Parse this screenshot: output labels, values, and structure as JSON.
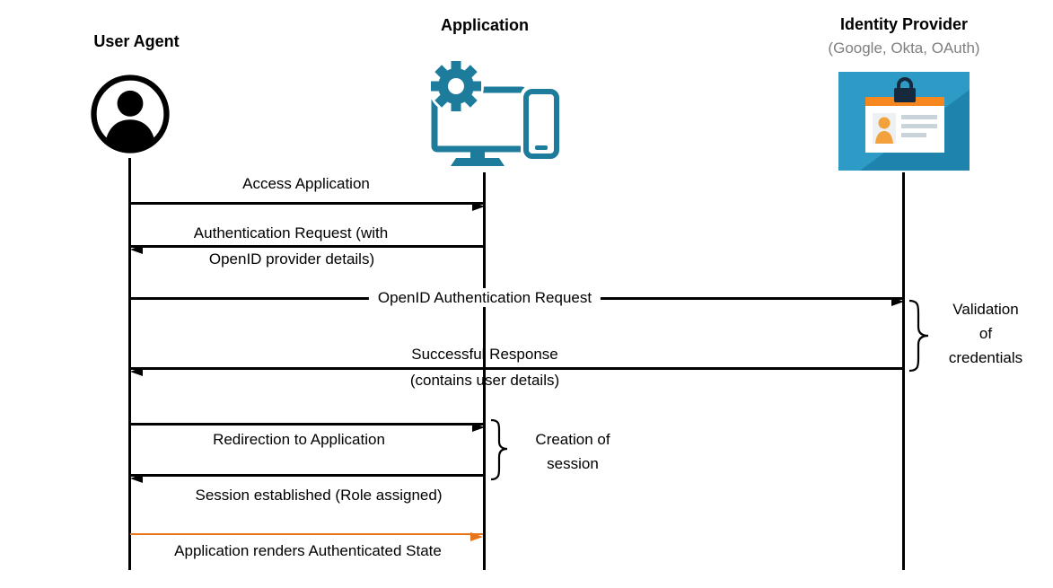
{
  "diagram_title": "OpenID authentication flow sequence",
  "actors": [
    {
      "id": "user-agent",
      "name": "User Agent",
      "subtitle": ""
    },
    {
      "id": "application",
      "name": "Application",
      "subtitle": ""
    },
    {
      "id": "identity-provider",
      "name": "Identity Provider",
      "subtitle": "(Google, Okta, OAuth)"
    }
  ],
  "messages": [
    {
      "from": "user-agent",
      "to": "application",
      "label": "Access Application",
      "color": "black"
    },
    {
      "from": "application",
      "to": "user-agent",
      "label": "Authentication Request (with",
      "label2": "OpenID provider details)",
      "color": "black"
    },
    {
      "from": "user-agent",
      "to": "identity-provider",
      "label": "OpenID Authentication Request",
      "color": "black"
    },
    {
      "from": "identity-provider",
      "to": "user-agent",
      "label": "Successful Response",
      "label2": "(contains user details)",
      "color": "black"
    },
    {
      "from": "user-agent",
      "to": "application",
      "label": "Redirection to Application",
      "color": "black"
    },
    {
      "from": "application",
      "to": "user-agent",
      "label": "Session established (Role assigned)",
      "color": "black"
    },
    {
      "from": "user-agent",
      "to": "application",
      "label": "Application renders Authenticated State",
      "color": "orange"
    }
  ],
  "annotations": {
    "validation": {
      "attached_to": "identity-provider",
      "lines": [
        "Validation",
        "of",
        "credentials"
      ]
    },
    "session_creation": {
      "attached_to": "application",
      "lines": [
        "Creation of",
        "session"
      ]
    }
  },
  "icons": [
    {
      "name": "user-agent-icon",
      "depicts": "person avatar in circle"
    },
    {
      "name": "application-icon",
      "depicts": "gear with monitor and smartphone"
    },
    {
      "name": "identity-provider-icon",
      "depicts": "id card badge on blue tile"
    }
  ],
  "colors": {
    "arrow_black": "#000000",
    "arrow_orange": "#E8751A",
    "app_icon_teal": "#1D7C9C",
    "idp_icon_blue": "#2E9BC6",
    "idp_icon_orange": "#F6871F",
    "subtitle_gray": "#7F7F7F"
  }
}
